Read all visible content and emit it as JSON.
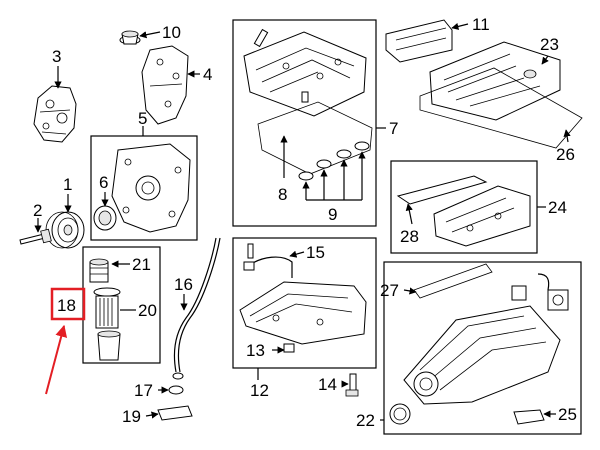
{
  "callouts": {
    "c1": "1",
    "c2": "2",
    "c3": "3",
    "c4": "4",
    "c5": "5",
    "c6": "6",
    "c7": "7",
    "c8": "8",
    "c9": "9",
    "c10": "10",
    "c11": "11",
    "c12": "12",
    "c13": "13",
    "c14": "14",
    "c15": "15",
    "c16": "16",
    "c17": "17",
    "c18": "18",
    "c19": "19",
    "c20": "20",
    "c21": "21",
    "c22": "22",
    "c23": "23",
    "c24": "24",
    "c25": "25",
    "c26": "26",
    "c27": "27",
    "c28": "28"
  },
  "highlight": {
    "callout": "18",
    "box_color": "#e31e24",
    "arrow_color": "#e31e24"
  }
}
